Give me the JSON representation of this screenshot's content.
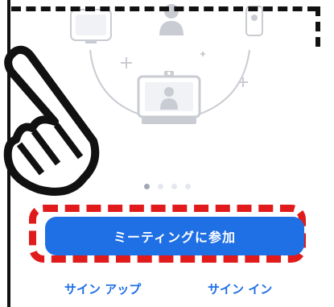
{
  "join_meeting_label": "ミーティングに参加",
  "sign_up_label": "サイン アップ",
  "sign_in_label": "サイン イン",
  "carousel": {
    "total_pages": 4,
    "active_page": 1
  },
  "colors": {
    "primary": "#1f6fe5",
    "highlight_annotation": "#e11b1b",
    "illustration_gray": "#c9ccd3"
  },
  "icons": [
    "video-device-icon",
    "user-avatar-icon",
    "phone-icon",
    "plus-icon",
    "pointing-hand-icon"
  ]
}
